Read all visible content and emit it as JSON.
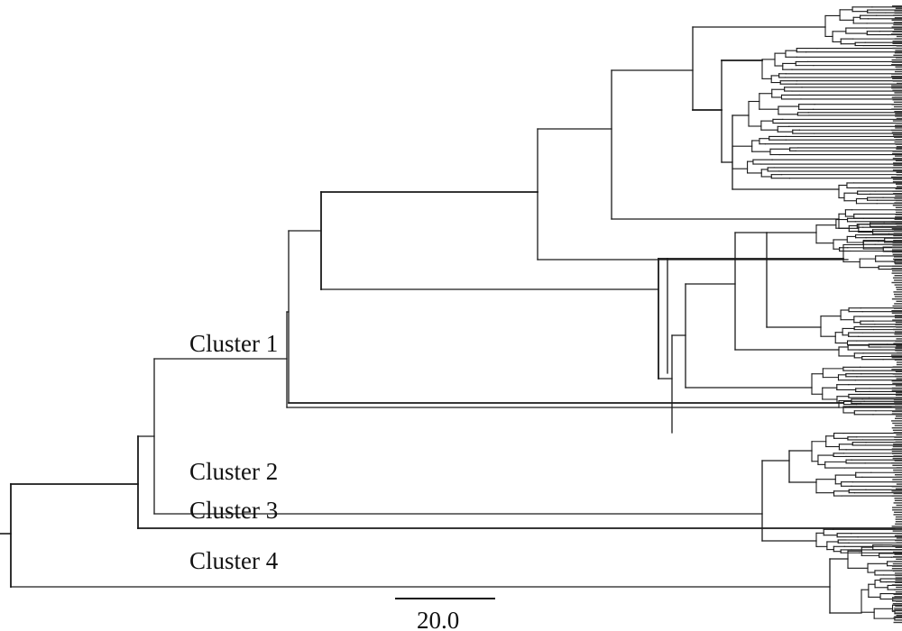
{
  "tree": {
    "clusters": [
      {
        "id": "c1",
        "label": "Cluster 1"
      },
      {
        "id": "c2",
        "label": "Cluster 2"
      },
      {
        "id": "c3",
        "label": "Cluster 3"
      },
      {
        "id": "c4",
        "label": "Cluster 4"
      }
    ],
    "scale_bar": {
      "label": "20.0",
      "value": 20.0
    }
  }
}
